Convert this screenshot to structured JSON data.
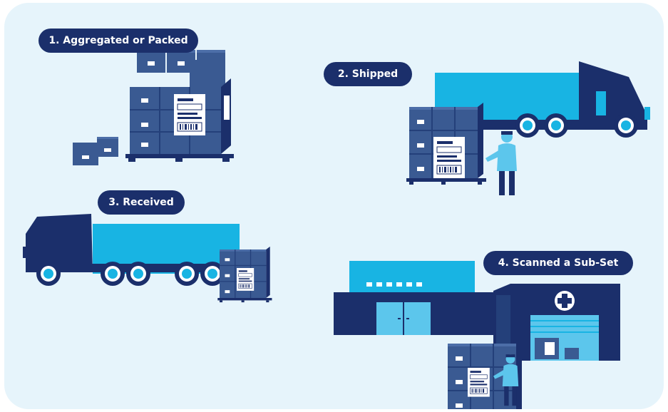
{
  "steps": [
    {
      "label": "1. Aggregated or Packed"
    },
    {
      "label": "2. Shipped"
    },
    {
      "label": "3. Received"
    },
    {
      "label": "4. Scanned a Sub-Set"
    }
  ],
  "colors": {
    "background": "#e6f4fb",
    "navy": "#1b2f6b",
    "box_blue": "#3a5a92",
    "cyan": "#18b4e3",
    "light_blue": "#5cc6ec"
  }
}
